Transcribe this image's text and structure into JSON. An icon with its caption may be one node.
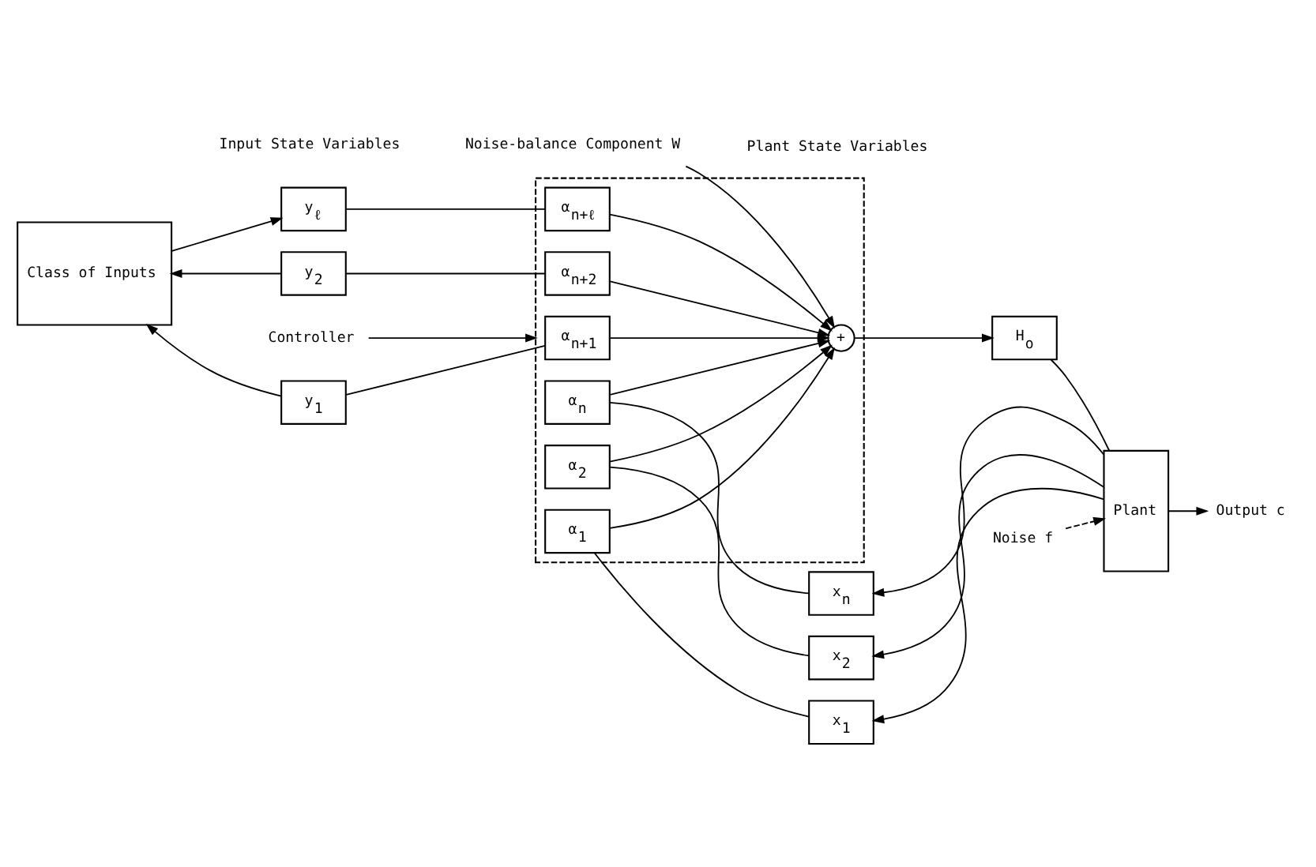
{
  "diagram": {
    "nodes": [
      {
        "text": [
          "Class of Inputs"
        ]
      },
      {
        "text": [
          "y$_{1}$"
        ]
      },
      {
        "text": [
          "y$_{2}$"
        ]
      },
      {
        "text": [
          "y$_{ℓ}$"
        ]
      },
      {
        "text": [],
        "shape": "box"
      },
      {
        "text": [
          "α$_{n+1}$"
        ],
        "in": 4
      },
      {
        "text": [
          "α$_{n+2}$"
        ],
        "in": 4
      },
      {
        "text": [
          "α$_{n+ℓ}$"
        ],
        "in": 4
      },
      {
        "text": [
          "+"
        ],
        "in": 4
      },
      {
        "text": [
          "α$_{n}$"
        ],
        "in": 4
      },
      {
        "text": [
          "α$_{2}$"
        ],
        "in": 4
      },
      {
        "text": [
          "α$_{1}$"
        ],
        "in": 4
      },
      {
        "text": [
          "Noise-balance Component W"
        ]
      },
      {
        "text": [
          "H$_{o}$"
        ]
      },
      {
        "text": [
          "Plant"
        ]
      },
      {
        "text": [
          "Noise f"
        ]
      },
      {
        "text": [
          "Output c"
        ]
      },
      {
        "text": [
          "x$_{1}$"
        ]
      },
      {
        "text": [
          "x$_{2}$"
        ]
      },
      {
        "text": [
          "x$_{n}$"
        ]
      },
      {
        "text": [
          "Controller"
        ]
      }
    ],
    "edges": [
      {
        "from": 1,
        "to": 0,
        "arrow": "to"
      },
      {
        "from": 2,
        "to": 0,
        "arrow": "to"
      },
      {
        "from": 0,
        "to": 3,
        "arrow": "to"
      },
      {
        "from": 1,
        "to": 5,
        "arrow": "none"
      },
      {
        "from": 2,
        "to": 6,
        "arrow": "none"
      },
      {
        "from": 3,
        "to": 7,
        "arrow": "none"
      },
      {
        "from": 5,
        "to": 8,
        "arrow": "to"
      },
      {
        "from": 6,
        "to": 8,
        "arrow": "to"
      },
      {
        "from": 7,
        "to": 8,
        "arrow": "to"
      },
      {
        "from": 9,
        "to": 8,
        "arrow": "to"
      },
      {
        "from": 10,
        "to": 8,
        "arrow": "to"
      },
      {
        "from": 11,
        "to": 8,
        "arrow": "to"
      },
      {
        "from": 12,
        "to": 8,
        "arrow": "to"
      },
      {
        "from": 8,
        "to": 13,
        "arrow": "to"
      },
      {
        "from": 13,
        "to": 14,
        "arrow": "none"
      },
      {
        "from": 15,
        "to": 14,
        "arrow": "to",
        "style": "dashed"
      },
      {
        "from": 14,
        "to": 16,
        "arrow": "to"
      },
      {
        "from": 14,
        "to": 17,
        "arrow": "to"
      },
      {
        "from": 14,
        "to": 18,
        "arrow": "to"
      },
      {
        "from": 14,
        "to": 19,
        "arrow": "to"
      },
      {
        "from": 17,
        "to": 11,
        "arrow": "none"
      },
      {
        "from": 18,
        "to": 10,
        "arrow": "none"
      },
      {
        "from": 19,
        "to": 9,
        "arrow": "none"
      },
      {
        "from": 20,
        "to": 4,
        "arrow": "to"
      }
    ],
    "labels": [
      "Input State Variables",
      "Plant State Variables"
    ]
  }
}
